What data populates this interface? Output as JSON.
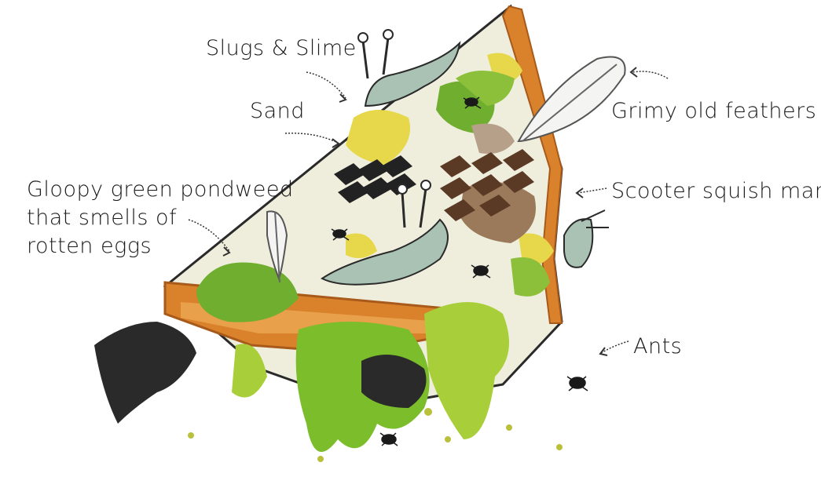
{
  "labels": {
    "slugs": "Slugs & Slime",
    "sand": "Sand",
    "feathers": "Grimy old feathers",
    "pondweed": [
      "Gloopy green pondweed",
      "that smells of",
      "rotten eggs"
    ],
    "scooter": "Scooter squish marks",
    "ants": "Ants"
  },
  "colors": {
    "crust": "#d9822b",
    "crust_dark": "#a85a1a",
    "cheese": "#efeedd",
    "moss": "#6fae2e",
    "moss_light": "#a8cf3a",
    "sand": "#e6d84a",
    "mud": "#9b7a5c",
    "slug": "#a9c2b4",
    "shadow": "#2a2a2a"
  },
  "icons": [
    "slug-icon",
    "feather-icon",
    "ant-icon",
    "squiggle-arrow-icon"
  ]
}
